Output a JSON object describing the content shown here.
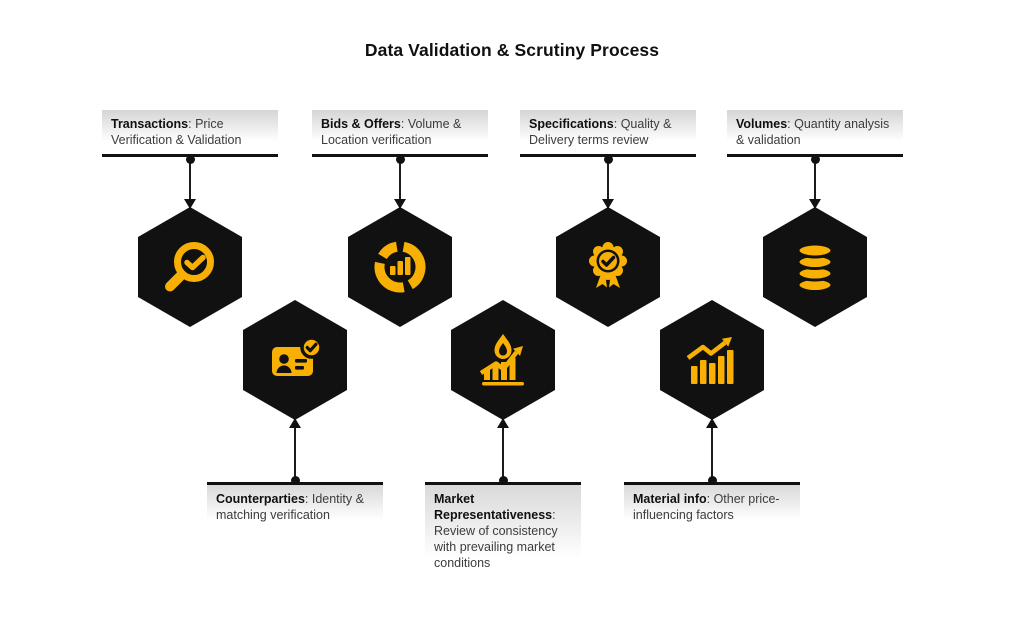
{
  "title": "Data Validation & Scrutiny Process",
  "colors": {
    "accent": "#F8B004",
    "hex_fill": "#111111",
    "connector": "#1c1c1c",
    "label_gradient_top": "#d5d5d5",
    "background": "#ffffff"
  },
  "nodes": [
    {
      "id": "transactions",
      "term": "Transactions",
      "desc": ": Price Verification & Validation",
      "icon": "magnifier-check-icon"
    },
    {
      "id": "bids-offers",
      "term": "Bids & Offers",
      "desc": ": Volume & Location verification",
      "icon": "donut-chart-icon"
    },
    {
      "id": "specifications",
      "term": "Specifications",
      "desc": ": Quality & Delivery terms review",
      "icon": "award-ribbon-icon"
    },
    {
      "id": "volumes",
      "term": "Volumes",
      "desc": ": Quantity analysis & validation",
      "icon": "database-icon"
    },
    {
      "id": "counterparties",
      "term": "Counterparties",
      "desc": ": Identity & matching verification",
      "icon": "id-card-check-icon"
    },
    {
      "id": "market-representativeness",
      "term": "Market Representativeness",
      "desc": ": Review of consistency with prevailing market conditions",
      "icon": "flame-chart-icon"
    },
    {
      "id": "material-info",
      "term": "Material info",
      "desc": ": Other price-influencing factors",
      "icon": "bar-chart-arrow-icon"
    }
  ]
}
